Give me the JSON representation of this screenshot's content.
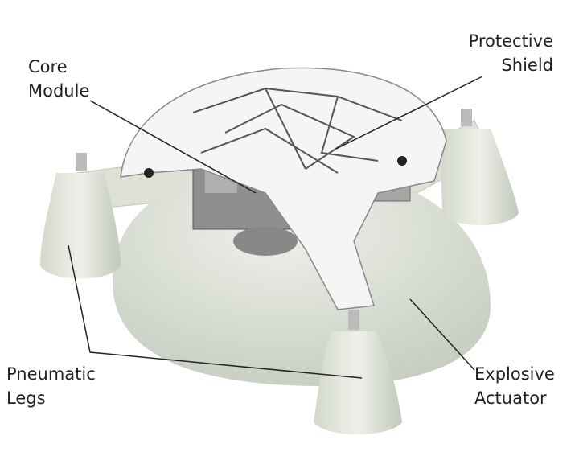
{
  "labels": {
    "core_module": [
      "Core",
      "Module"
    ],
    "protective_shield": [
      "Protective",
      "Shield"
    ],
    "pneumatic_legs": [
      "Pneumatic",
      "Legs"
    ],
    "explosive_actuator": [
      "Explosive",
      "Actuator"
    ]
  },
  "colors": {
    "body": "#e3e7dc",
    "body_shade": "#c9cfc2",
    "shield": "#f4f4f4",
    "core": "#9a9a9a",
    "leader": "#222222"
  }
}
